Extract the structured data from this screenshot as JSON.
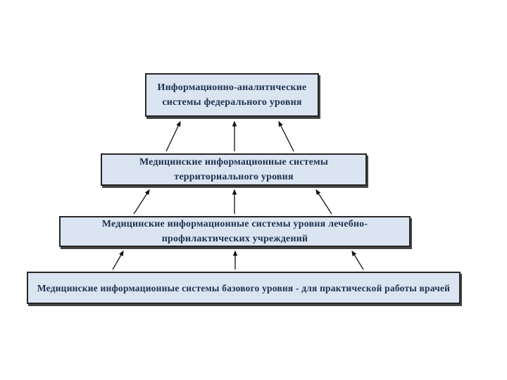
{
  "diagram": {
    "colors": {
      "box_fill": "#dbe5f1",
      "box_border": "#262626",
      "box_shadow": "#454545",
      "text": "#1e2f50",
      "arrow": "#111111",
      "background": "#ffffff"
    },
    "levels": [
      {
        "id": "federal",
        "lines": [
          "Информационно-аналитические",
          "системы федерального уровня"
        ]
      },
      {
        "id": "territorial",
        "lines": [
          "Медицинские информационные системы",
          "территориального уровня"
        ]
      },
      {
        "id": "lpu",
        "lines": [
          "Медицинские информационные системы уровня лечебно-",
          "профилактических учреждений"
        ]
      },
      {
        "id": "base",
        "lines": [
          "Медицинские информационные системы базового уровня  - для практической работы врачей"
        ]
      }
    ]
  }
}
